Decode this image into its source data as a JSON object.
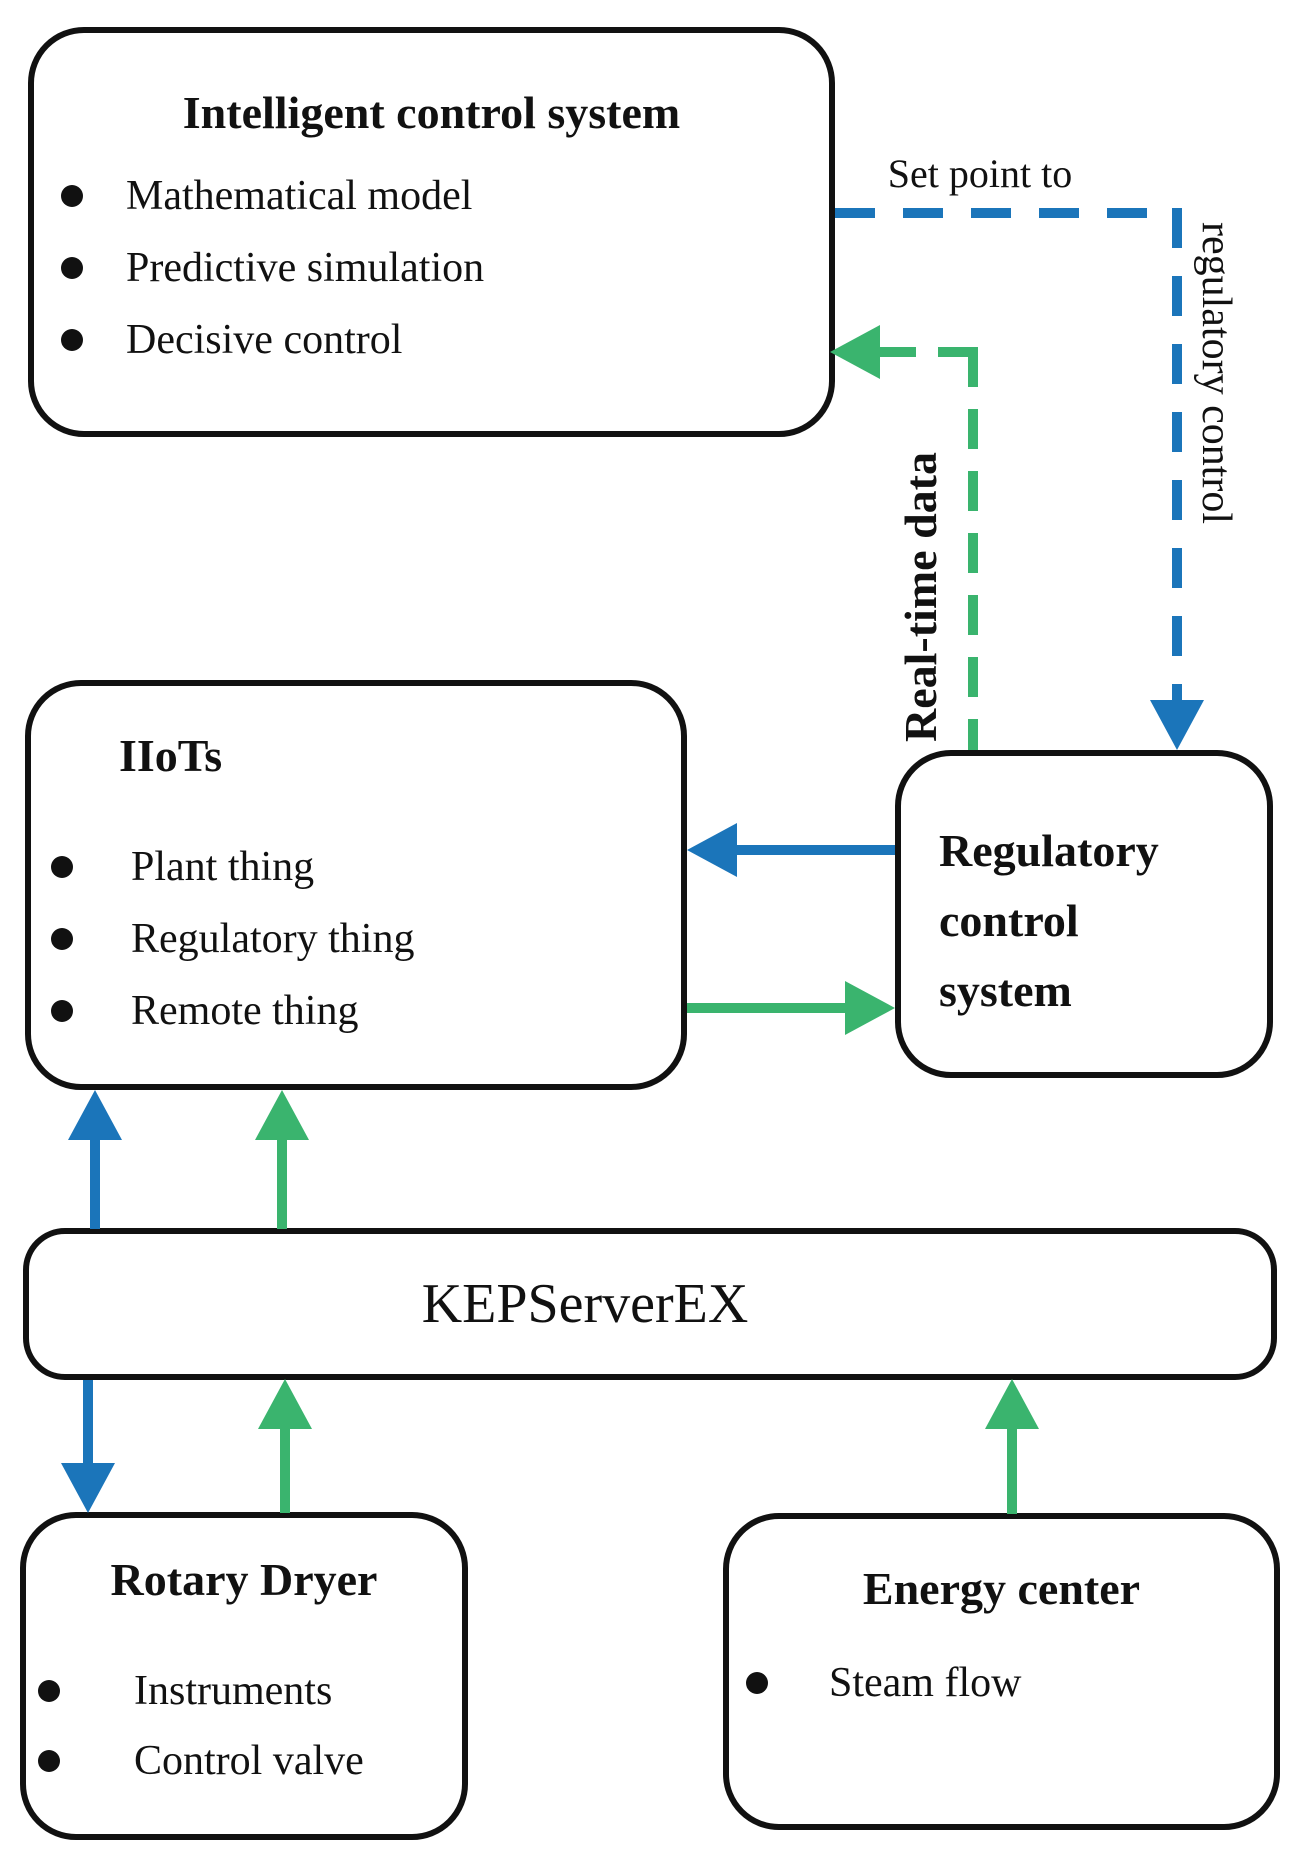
{
  "colors": {
    "blue": "#1b75ba",
    "green": "#3ab46e",
    "ink": "#111111"
  },
  "boxes": {
    "intelligent": {
      "title": "Intelligent control system",
      "items": [
        "Mathematical model",
        "Predictive simulation",
        "Decisive control"
      ]
    },
    "iiots": {
      "title": "IIoTs",
      "items": [
        "Plant thing",
        "Regulatory thing",
        "Remote thing"
      ]
    },
    "regulatory": {
      "line1": "Regulatory",
      "line2": "control",
      "line3": "system"
    },
    "kepserver": {
      "title": "KEPServerEX"
    },
    "rotary": {
      "title": "Rotary Dryer",
      "items": [
        "Instruments",
        "Control valve"
      ]
    },
    "energy": {
      "title": "Energy center",
      "items": [
        "Steam flow"
      ]
    }
  },
  "edge_labels": {
    "set_point": "Set point to",
    "regulatory_control": "regulatory control",
    "real_time": "Real-time data"
  },
  "edges": [
    {
      "from": "intelligent",
      "to": "regulatory",
      "style": "dashed",
      "color": "blue",
      "label": "Set point to regulatory control"
    },
    {
      "from": "regulatory",
      "to": "intelligent",
      "style": "dashed",
      "color": "green",
      "label": "Real-time data"
    },
    {
      "from": "regulatory",
      "to": "iiots",
      "style": "solid",
      "color": "blue",
      "label": ""
    },
    {
      "from": "iiots",
      "to": "regulatory",
      "style": "solid",
      "color": "green",
      "label": ""
    },
    {
      "from": "kepserver",
      "to": "iiots",
      "style": "solid",
      "color": "blue",
      "label": ""
    },
    {
      "from": "kepserver",
      "to": "iiots",
      "style": "solid",
      "color": "green",
      "label": ""
    },
    {
      "from": "kepserver",
      "to": "rotary",
      "style": "solid",
      "color": "blue",
      "label": ""
    },
    {
      "from": "rotary",
      "to": "kepserver",
      "style": "solid",
      "color": "green",
      "label": ""
    },
    {
      "from": "energy",
      "to": "kepserver",
      "style": "solid",
      "color": "green",
      "label": ""
    }
  ]
}
